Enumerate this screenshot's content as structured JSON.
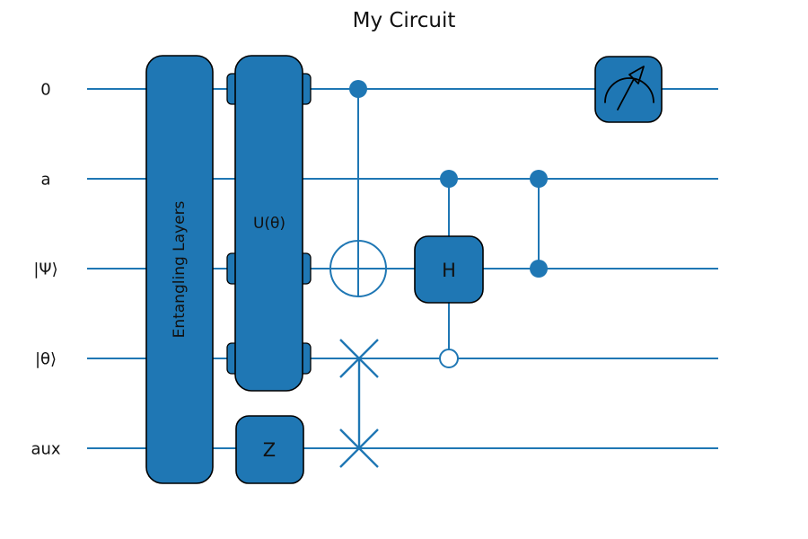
{
  "title": "My Circuit",
  "colors": {
    "accent_blue": "#1f77b4",
    "gate_fill": "#1f77b4",
    "gate_edge": "#000000",
    "wire": "#1f77b4",
    "text": "#111111",
    "background": "#ffffff"
  },
  "wires": [
    {
      "label": "0"
    },
    {
      "label": "a"
    },
    {
      "label": "|Ψ⟩"
    },
    {
      "label": "|θ⟩"
    },
    {
      "label": "aux"
    }
  ],
  "gates": {
    "entangling": {
      "label": "Entangling Layers",
      "wires": [
        "0",
        "a",
        "|Ψ⟩",
        "|θ⟩",
        "aux"
      ]
    },
    "u": {
      "label": "U(θ)",
      "wires": [
        "0",
        "|Ψ⟩",
        "|θ⟩"
      ],
      "skipped_wires": [
        "a"
      ]
    },
    "z": {
      "label": "Z",
      "wires": [
        "aux"
      ]
    },
    "cnot": {
      "control": "0",
      "target": "|Ψ⟩"
    },
    "swap": {
      "wires": [
        "|θ⟩",
        "aux"
      ]
    },
    "h": {
      "label": "H",
      "target": "|Ψ⟩",
      "controls": [
        {
          "wire": "a",
          "state": "filled"
        },
        {
          "wire": "|θ⟩",
          "state": "open"
        }
      ]
    },
    "cz": {
      "wires": [
        "a",
        "|Ψ⟩"
      ]
    },
    "measurement": {
      "wire": "0",
      "icon": "gauge-with-arrow"
    }
  },
  "column_order": [
    "Entangling Layers",
    "U(θ) with Z",
    "CNOT with SWAP",
    "controlled-H (filled + open control)",
    "CZ",
    "measurement"
  ]
}
